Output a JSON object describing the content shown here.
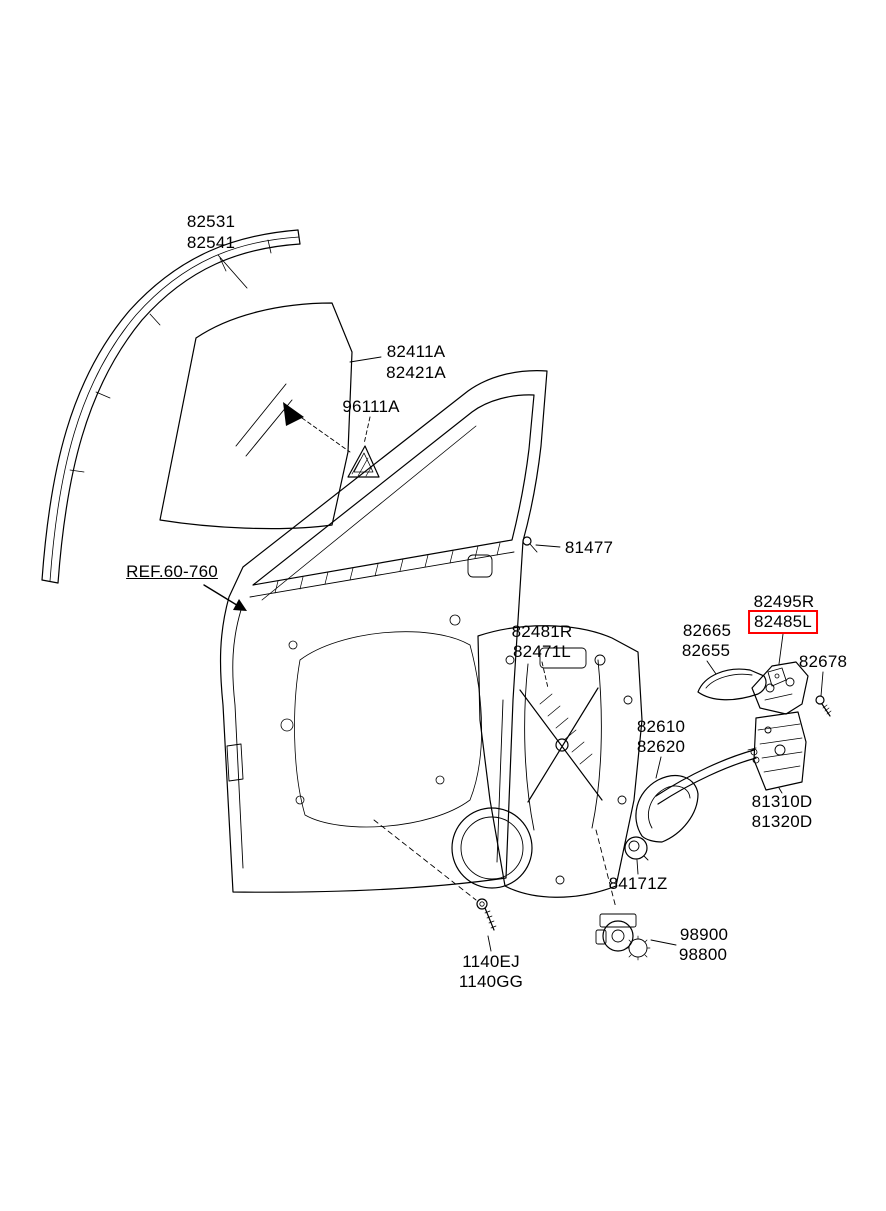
{
  "colors": {
    "line": "#000000",
    "text": "#000000",
    "highlight_box": "#ff0000",
    "background": "#ffffff"
  },
  "labels": {
    "glass_run": [
      "82531",
      "82541"
    ],
    "door_glass": [
      "82411A",
      "82421A"
    ],
    "tweeter": [
      "96111A"
    ],
    "screw_81477": [
      "81477"
    ],
    "ref": [
      "REF.60-760"
    ],
    "regulator": [
      "82481R",
      "82471L"
    ],
    "outside_handle": [
      "82665",
      "82655"
    ],
    "handle_bracket": [
      "82495R",
      "82485L"
    ],
    "screw_82678": [
      "82678"
    ],
    "inside_handle": [
      "82610",
      "82620"
    ],
    "latch": [
      "81310D",
      "81320D"
    ],
    "grommet": [
      "84171Z"
    ],
    "motor": [
      "98900",
      "98800"
    ],
    "bolt": [
      "1140EJ",
      "1140GG"
    ]
  }
}
